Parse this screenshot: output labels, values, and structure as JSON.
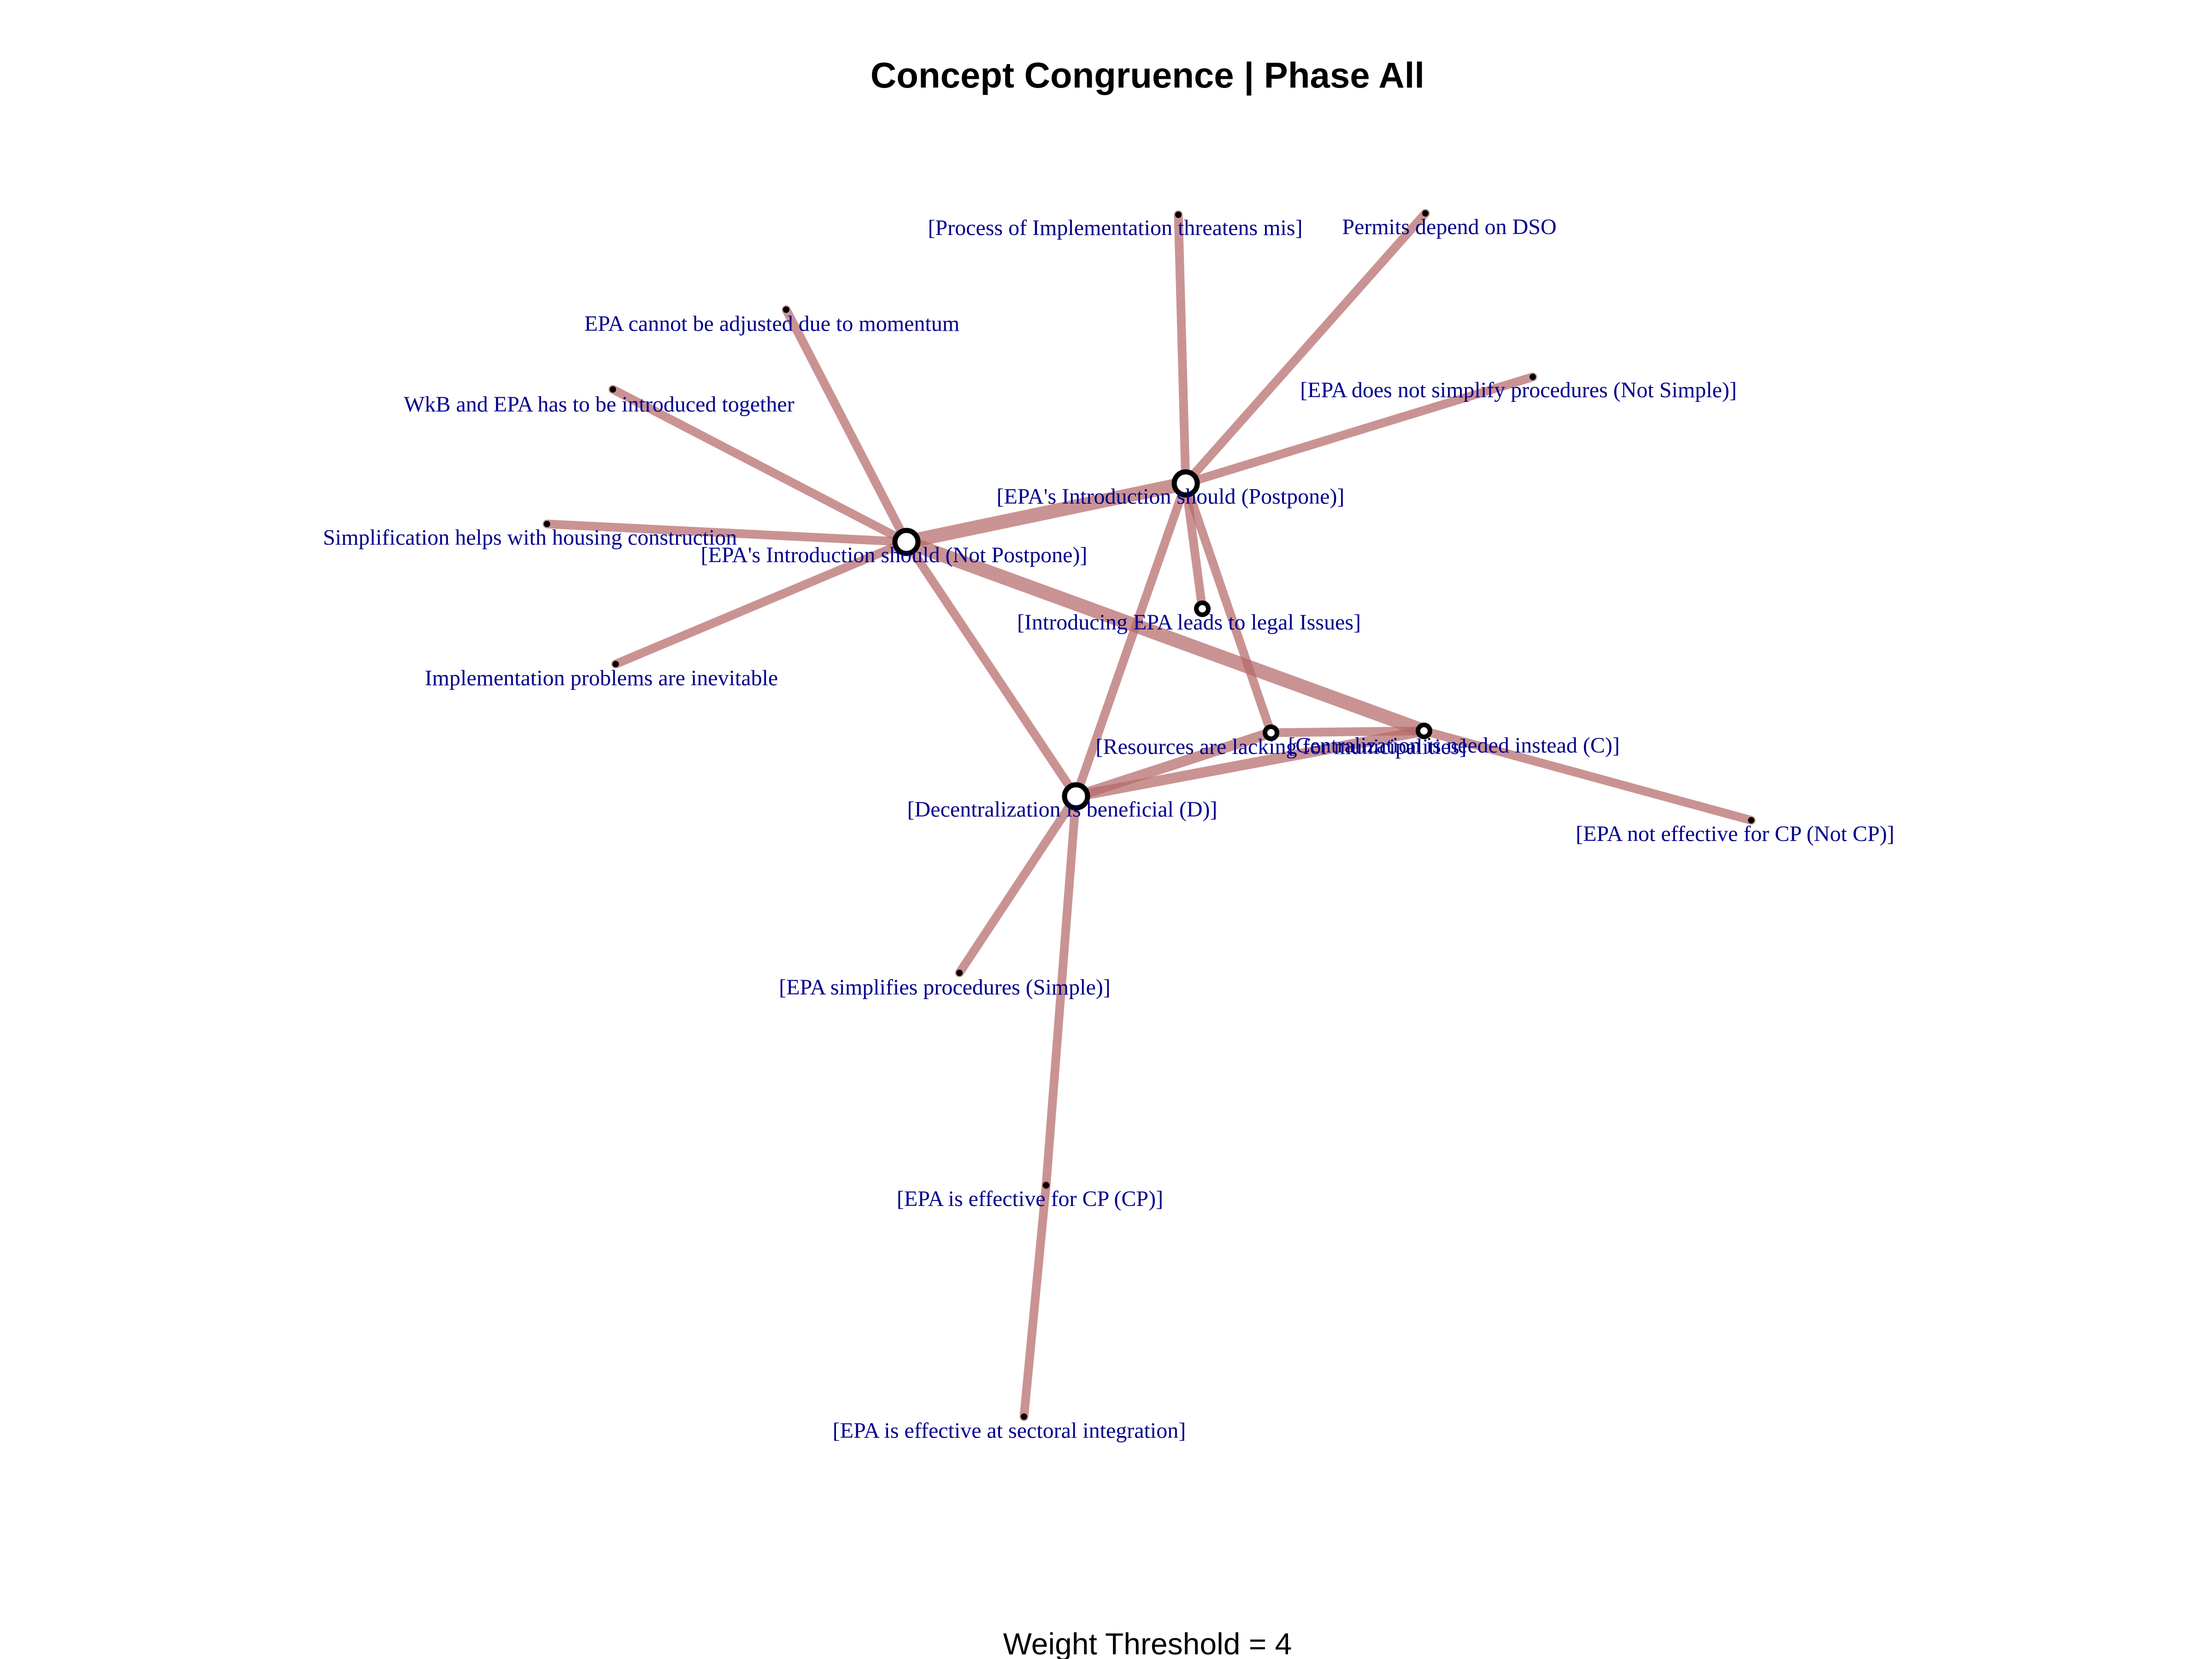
{
  "title": "Concept Congruence | Phase All",
  "caption": "Weight Threshold = 4",
  "colors": {
    "edge": "#b56a6a",
    "label": "#00008b",
    "node_stroke": "#000000",
    "node_fill": "#ffffff",
    "background": "#ffffff"
  },
  "nodes": [
    {
      "id": "not_postpone",
      "label": "[EPA's Introduction should (Not Postpone)]",
      "kind": "hub"
    },
    {
      "id": "postpone",
      "label": "[EPA's Introduction should (Postpone)]",
      "kind": "hub"
    },
    {
      "id": "decentral",
      "label": "[Decentralization is beneficial (D)]",
      "kind": "hub"
    },
    {
      "id": "centralization",
      "label": "[Centralization is needed instead (C)]",
      "kind": "mid"
    },
    {
      "id": "resources",
      "label": "[Resources are lacking for municipalities]",
      "kind": "mid"
    },
    {
      "id": "legal",
      "label": "[Introducing EPA leads to legal Issues]",
      "kind": "mid"
    },
    {
      "id": "process",
      "label": "[Process of Implementation threatens mis]",
      "kind": "leaf"
    },
    {
      "id": "permits",
      "label": "Permits depend on DSO",
      "kind": "leaf"
    },
    {
      "id": "not_simple",
      "label": "[EPA does not simplify procedures (Not Simple)]",
      "kind": "leaf"
    },
    {
      "id": "momentum",
      "label": "EPA cannot be adjusted due to momentum",
      "kind": "leaf"
    },
    {
      "id": "wkb",
      "label": "WkB and EPA has to be introduced together",
      "kind": "leaf"
    },
    {
      "id": "housing",
      "label": "Simplification helps with housing construction",
      "kind": "leaf"
    },
    {
      "id": "impl",
      "label": "Implementation problems are inevitable",
      "kind": "leaf"
    },
    {
      "id": "not_cp",
      "label": "[EPA not effective for CP (Not CP)]",
      "kind": "leaf"
    },
    {
      "id": "simple",
      "label": "[EPA simplifies procedures (Simple)]",
      "kind": "leaf"
    },
    {
      "id": "cp",
      "label": "[EPA is effective for CP (CP)]",
      "kind": "leaf"
    },
    {
      "id": "sectoral",
      "label": "[EPA is effective at sectoral integration]",
      "kind": "leaf"
    }
  ],
  "edges": [
    {
      "source": "not_postpone",
      "target": "postpone",
      "weight": 8
    },
    {
      "source": "not_postpone",
      "target": "centralization",
      "weight": 8
    },
    {
      "source": "not_postpone",
      "target": "momentum",
      "weight": 5
    },
    {
      "source": "not_postpone",
      "target": "wkb",
      "weight": 5
    },
    {
      "source": "not_postpone",
      "target": "housing",
      "weight": 5
    },
    {
      "source": "not_postpone",
      "target": "impl",
      "weight": 5
    },
    {
      "source": "not_postpone",
      "target": "decentral",
      "weight": 5
    },
    {
      "source": "postpone",
      "target": "process",
      "weight": 5
    },
    {
      "source": "postpone",
      "target": "permits",
      "weight": 5
    },
    {
      "source": "postpone",
      "target": "not_simple",
      "weight": 5
    },
    {
      "source": "postpone",
      "target": "legal",
      "weight": 5
    },
    {
      "source": "postpone",
      "target": "resources",
      "weight": 5
    },
    {
      "source": "postpone",
      "target": "decentral",
      "weight": 5
    },
    {
      "source": "decentral",
      "target": "resources",
      "weight": 6
    },
    {
      "source": "decentral",
      "target": "centralization",
      "weight": 6
    },
    {
      "source": "decentral",
      "target": "simple",
      "weight": 5
    },
    {
      "source": "decentral",
      "target": "cp",
      "weight": 5
    },
    {
      "source": "cp",
      "target": "sectoral",
      "weight": 5
    },
    {
      "source": "centralization",
      "target": "resources",
      "weight": 5
    },
    {
      "source": "centralization",
      "target": "not_cp",
      "weight": 5
    }
  ]
}
